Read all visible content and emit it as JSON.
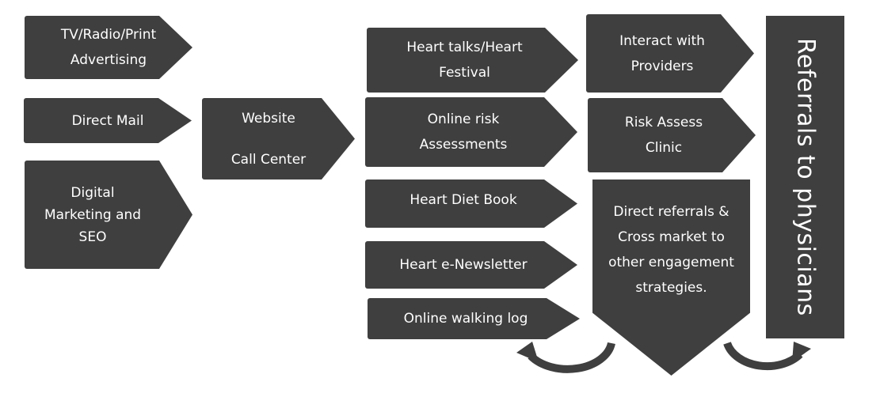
{
  "diagram": {
    "colors": {
      "shape_fill": "#3f3f3f",
      "text": "#ffffff",
      "background": "#ffffff"
    },
    "column1": [
      {
        "id": "tv",
        "label": "TV/Radio/Print\nAdvertising"
      },
      {
        "id": "mail",
        "label": "Direct Mail"
      },
      {
        "id": "digital",
        "label": "Digital\nMarketing and\nSEO"
      }
    ],
    "column2": [
      {
        "id": "website",
        "label": "Website\n\nCall Center"
      }
    ],
    "column3": [
      {
        "id": "heart-talks",
        "label": "Heart talks/Heart\nFestival"
      },
      {
        "id": "online-risk",
        "label": "Online risk\nAssessments"
      },
      {
        "id": "diet-book",
        "label": "Heart Diet Book"
      },
      {
        "id": "newsletter",
        "label": "Heart e-Newsletter"
      },
      {
        "id": "walking-log",
        "label": "Online walking log"
      }
    ],
    "column4": [
      {
        "id": "providers",
        "label": "Interact with\nProviders"
      },
      {
        "id": "clinic",
        "label": "Risk Assess\nClinic"
      },
      {
        "id": "direct-referrals",
        "label": "Direct referrals &\nCross market to\nother engagement\nstrategies."
      }
    ],
    "final": {
      "id": "referrals",
      "label": "Referrals to physicians"
    }
  }
}
